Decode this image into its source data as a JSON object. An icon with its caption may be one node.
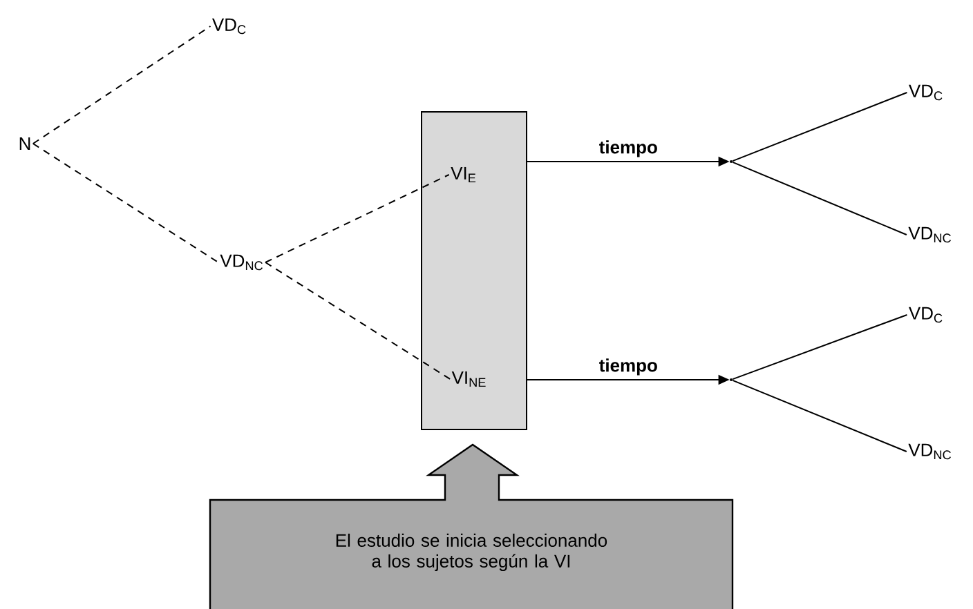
{
  "diagram": {
    "nodes": [
      {
        "text": [
          "N"
        ]
      },
      {
        "text": [
          "VD$_{C}$"
        ]
      },
      {
        "text": [
          "VD$_{NC}$"
        ]
      },
      {
        "text": [],
        "shape": "box"
      },
      {
        "text": [
          "VI$_{E}$"
        ],
        "in": 3
      },
      {
        "text": [
          "VI$_{NE}$"
        ],
        "in": 3
      },
      {
        "text": [],
        "shape": "point"
      },
      {
        "text": [
          "VD$_{C}$"
        ]
      },
      {
        "text": [
          "VD$_{NC}$"
        ]
      },
      {
        "text": [],
        "shape": "point"
      },
      {
        "text": [
          "VD$_{C}$"
        ]
      },
      {
        "text": [
          "VD$_{NC}$"
        ]
      },
      {
        "text": [
          "El estudio se inicia seleccionando a los sujetos según la VI"
        ]
      }
    ],
    "edges": [
      {
        "from": 0,
        "to": 1,
        "arrow": "none",
        "style": "dashed"
      },
      {
        "from": 0,
        "to": 2,
        "arrow": "none",
        "style": "dashed"
      },
      {
        "from": 2,
        "to": 4,
        "arrow": "none",
        "style": "dashed"
      },
      {
        "from": 2,
        "to": 5,
        "arrow": "none",
        "style": "dashed"
      },
      {
        "from": 3,
        "to": 6,
        "arrow": "to",
        "label": "tiempo"
      },
      {
        "from": 6,
        "to": 7,
        "arrow": "none"
      },
      {
        "from": 6,
        "to": 8,
        "arrow": "none"
      },
      {
        "from": 3,
        "to": 9,
        "arrow": "to",
        "label": "tiempo"
      },
      {
        "from": 9,
        "to": 10,
        "arrow": "none"
      },
      {
        "from": 9,
        "to": 11,
        "arrow": "none"
      }
    ]
  }
}
